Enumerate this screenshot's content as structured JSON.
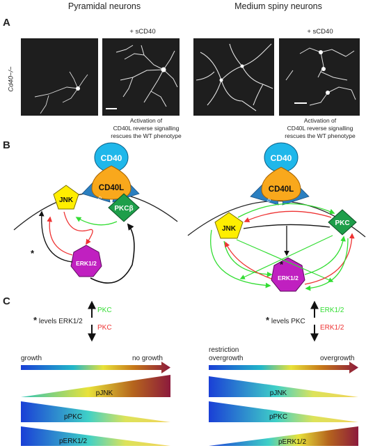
{
  "columns": {
    "left_title": "Pyramidal neurons",
    "right_title": "Medium spiny neurons"
  },
  "panels": {
    "a": "A",
    "b": "B",
    "c": "C"
  },
  "panel_a": {
    "genotype_label": "Cd40−/−",
    "treatment_label": "+ sCD40",
    "caption_line1": "Activation of",
    "caption_line2": "CD40L reverse signalling",
    "caption_line3": "rescues the WT phenotype"
  },
  "panel_b": {
    "cd40": "CD40",
    "cd40l": "CD40L",
    "jnk": "JNK",
    "pkc_left": "PKCβ",
    "pkc_right": "PKC",
    "erk": "ERK1/2",
    "star": "*",
    "sh3": "SH3"
  },
  "panel_c_left": {
    "star": "*",
    "levels_text": "levels ERK1/2",
    "up_label": "PKC",
    "down_label": "PKC",
    "scale_left": "growth",
    "scale_right": "no growth",
    "bars": [
      "pJNK",
      "pPKC",
      "pERK1/2"
    ]
  },
  "panel_c_right": {
    "star": "*",
    "levels_text": "levels PKC",
    "up_label": "ERK1/2",
    "down_label": "ERK1/2",
    "scale_left_line1": "restriction",
    "scale_left_line2": "overgrowth",
    "scale_right": "overgrowth",
    "bars": [
      "pJNK",
      "pPKC",
      "pERK1/2"
    ]
  },
  "colors": {
    "activation": "#33dd33",
    "inhibition": "#ee3333",
    "cd40": "#1fb7ea",
    "cd40l": "#f9a81c",
    "jnk": "#ffee00",
    "pkc": "#1e9e4a",
    "erk": "#c020c0",
    "receptor": "#2a7fc0"
  }
}
